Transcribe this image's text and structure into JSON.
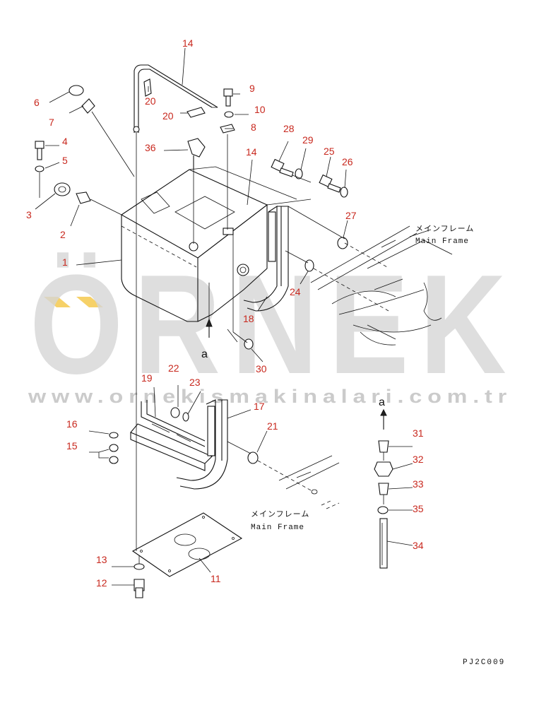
{
  "watermark": {
    "brand": "ÖRNEK",
    "url": "www.ornekismakinalari.com.tr"
  },
  "labels": {
    "main_frame_jp": "メインフレーム",
    "main_frame_en": "Main Frame",
    "view_a": "a",
    "drawing_code": "PJ2C009"
  },
  "part_numbers": {
    "p1": "1",
    "p2": "2",
    "p3": "3",
    "p4": "4",
    "p5": "5",
    "p6": "6",
    "p7": "7",
    "p8": "8",
    "p9": "9",
    "p10": "10",
    "p11": "11",
    "p12": "12",
    "p13": "13",
    "p14a": "14",
    "p14b": "14",
    "p15": "15",
    "p16": "16",
    "p17": "17",
    "p18": "18",
    "p19": "19",
    "p20a": "20",
    "p20b": "20",
    "p21": "21",
    "p22": "22",
    "p23": "23",
    "p24": "24",
    "p25": "25",
    "p26": "26",
    "p27": "27",
    "p28": "28",
    "p29": "29",
    "p30": "30",
    "p31": "31",
    "p32": "32",
    "p33": "33",
    "p34": "34",
    "p35": "35",
    "p36": "36"
  },
  "colors": {
    "callout": "#c8281e",
    "line": "#111111",
    "watermark": "#d6d6d6"
  }
}
